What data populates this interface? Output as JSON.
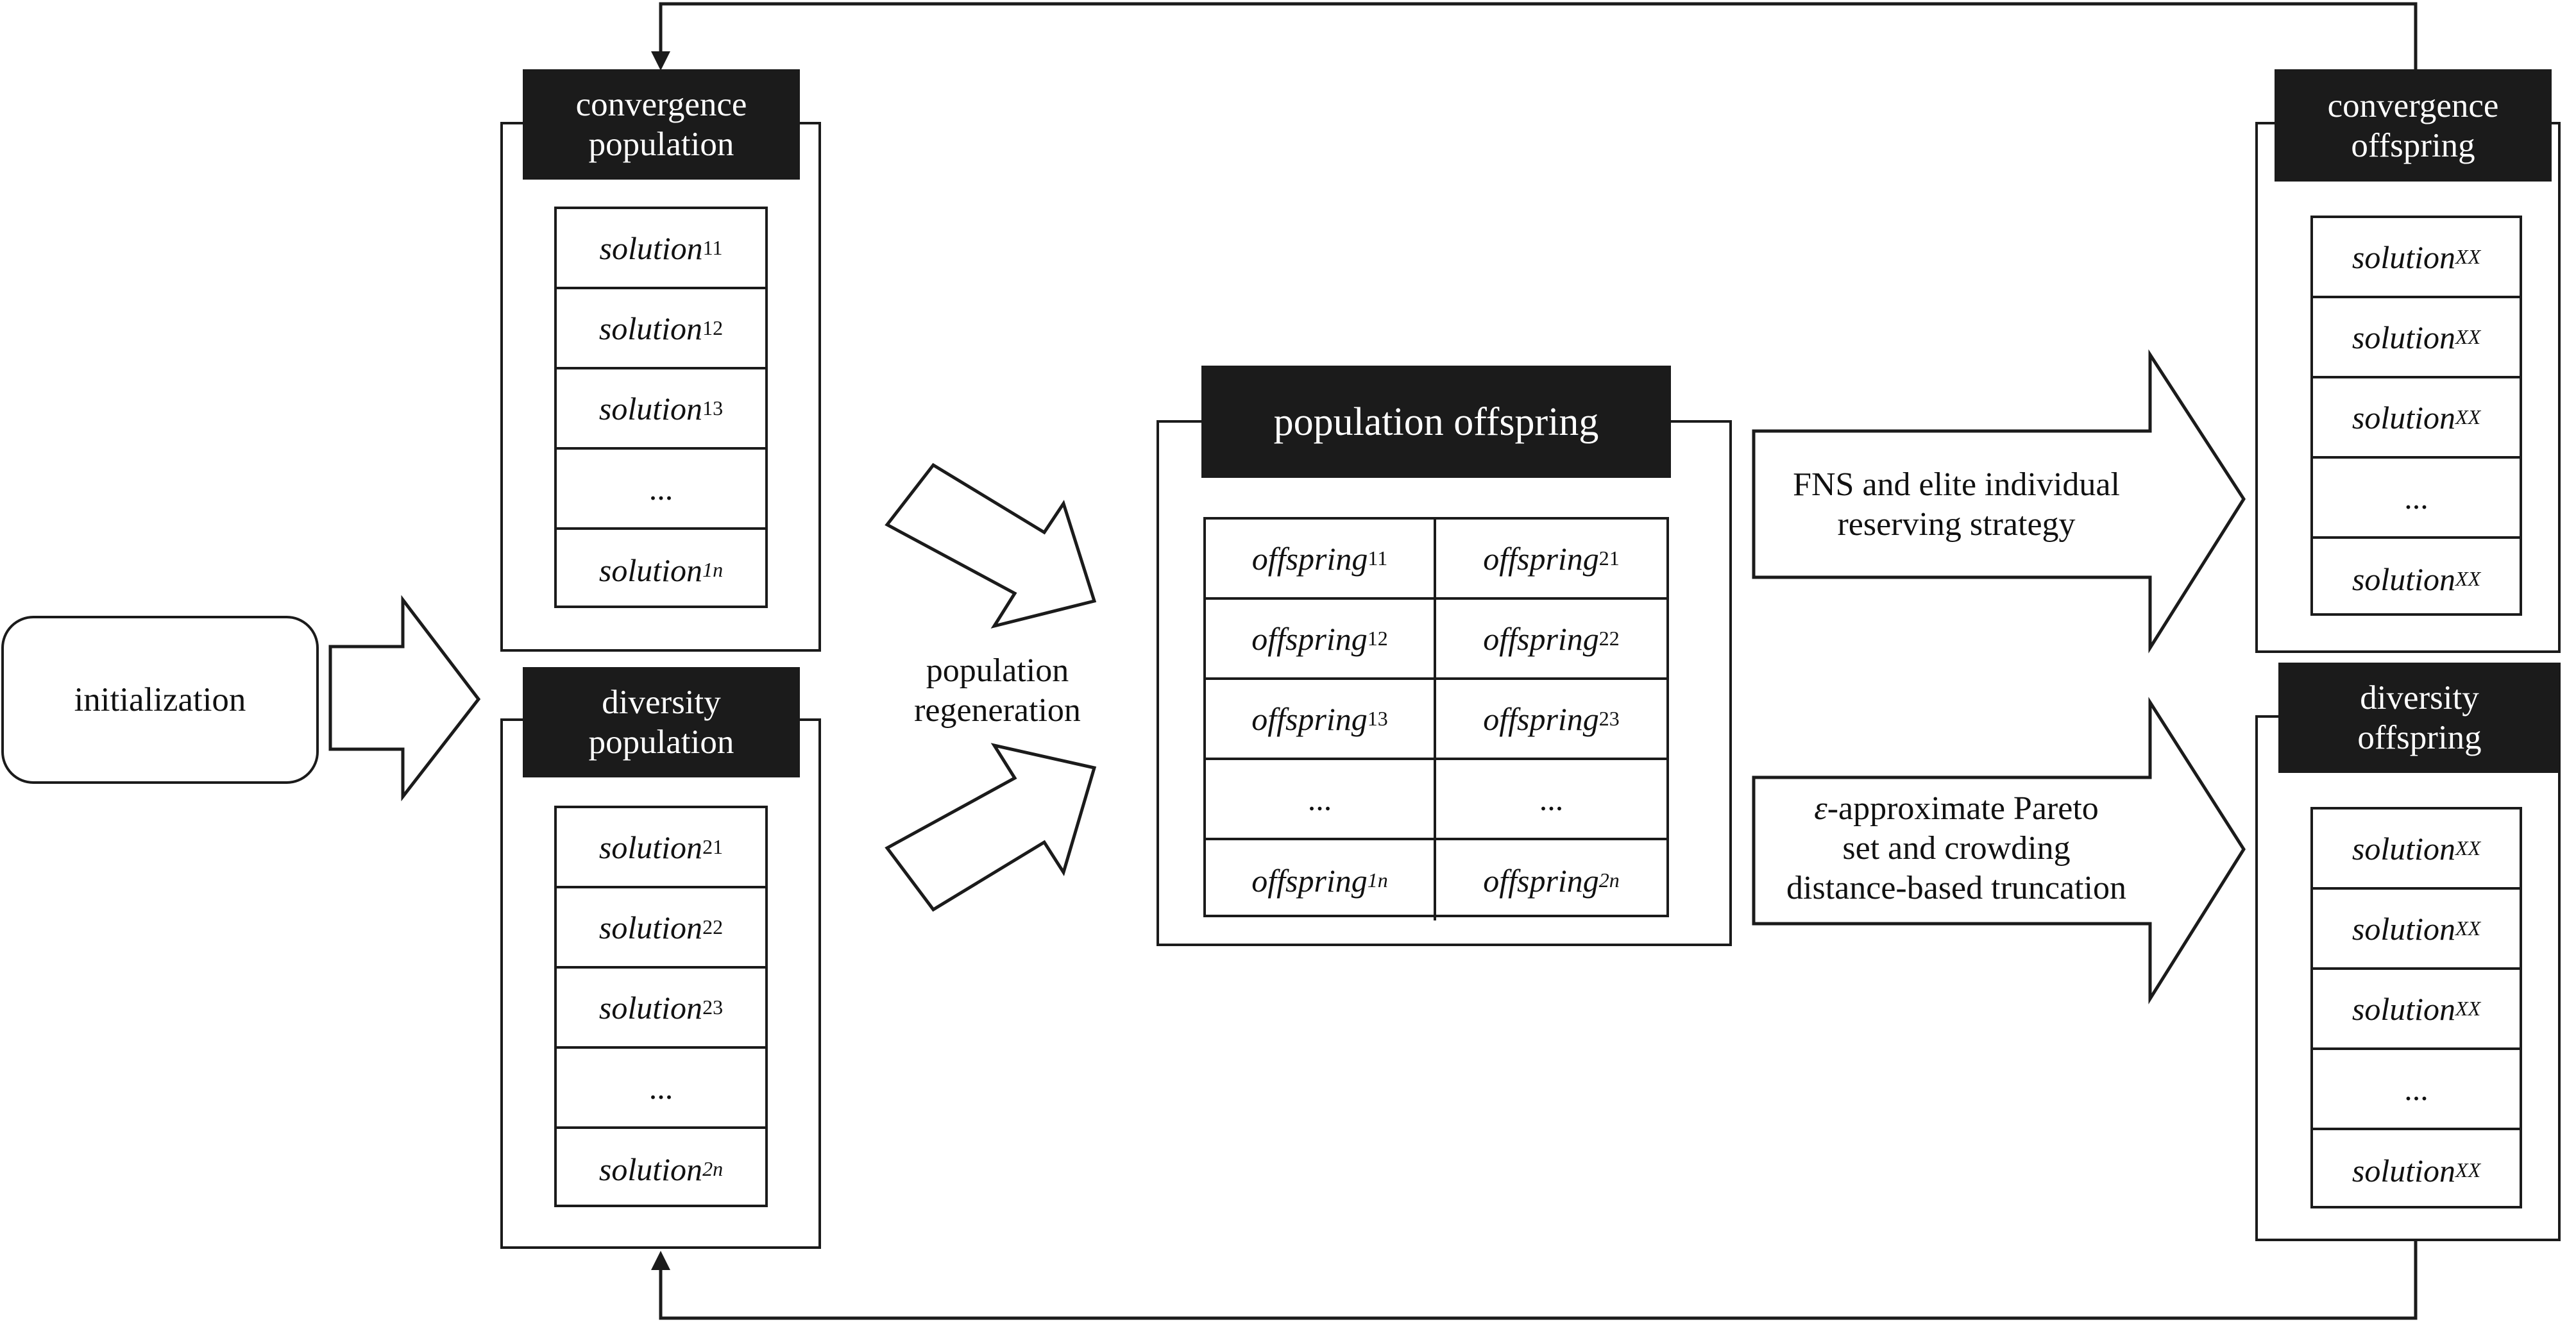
{
  "initialization": "initialization",
  "convergence_population": {
    "title_line1": "convergence",
    "title_line2": "population",
    "cells": [
      {
        "base": "solution",
        "sub": "11"
      },
      {
        "base": "solution",
        "sub": "12"
      },
      {
        "base": "solution",
        "sub": "13"
      },
      {
        "base": "...",
        "sub": ""
      },
      {
        "base": "solution",
        "sub": "1n"
      }
    ]
  },
  "diversity_population": {
    "title_line1": "diversity",
    "title_line2": "population",
    "cells": [
      {
        "base": "solution",
        "sub": "21"
      },
      {
        "base": "solution",
        "sub": "22"
      },
      {
        "base": "solution",
        "sub": "23"
      },
      {
        "base": "...",
        "sub": ""
      },
      {
        "base": "solution",
        "sub": "2n"
      }
    ]
  },
  "regeneration_label_line1": "population",
  "regeneration_label_line2": "regeneration",
  "population_offspring": {
    "title": "population offspring",
    "cells": [
      {
        "base": "offspring",
        "sub": "11"
      },
      {
        "base": "offspring",
        "sub": "21"
      },
      {
        "base": "offspring",
        "sub": "12"
      },
      {
        "base": "offspring",
        "sub": "22"
      },
      {
        "base": "offspring",
        "sub": "13"
      },
      {
        "base": "offspring",
        "sub": "23"
      },
      {
        "base": "...",
        "sub": ""
      },
      {
        "base": "...",
        "sub": ""
      },
      {
        "base": "offspring",
        "sub": "1n"
      },
      {
        "base": "offspring",
        "sub": "2n"
      }
    ]
  },
  "arrow_top_label_line1": "FNS and elite individual",
  "arrow_top_label_line2": "reserving strategy",
  "arrow_bottom_label_line1_symbol": "ε",
  "arrow_bottom_label_line1_rest": "-approximate Pareto",
  "arrow_bottom_label_line2": "set and crowding",
  "arrow_bottom_label_line3": "distance-based truncation",
  "convergence_offspring": {
    "title_line1": "convergence",
    "title_line2": "offspring",
    "cells": [
      {
        "base": "solution",
        "sub": "XX"
      },
      {
        "base": "solution",
        "sub": "XX"
      },
      {
        "base": "solution",
        "sub": "XX"
      },
      {
        "base": "...",
        "sub": ""
      },
      {
        "base": "solution",
        "sub": "XX"
      }
    ]
  },
  "diversity_offspring": {
    "title_line1": "diversity",
    "title_line2": "offspring",
    "cells": [
      {
        "base": "solution",
        "sub": "XX"
      },
      {
        "base": "solution",
        "sub": "XX"
      },
      {
        "base": "solution",
        "sub": "XX"
      },
      {
        "base": "...",
        "sub": ""
      },
      {
        "base": "solution",
        "sub": "XX"
      }
    ]
  }
}
